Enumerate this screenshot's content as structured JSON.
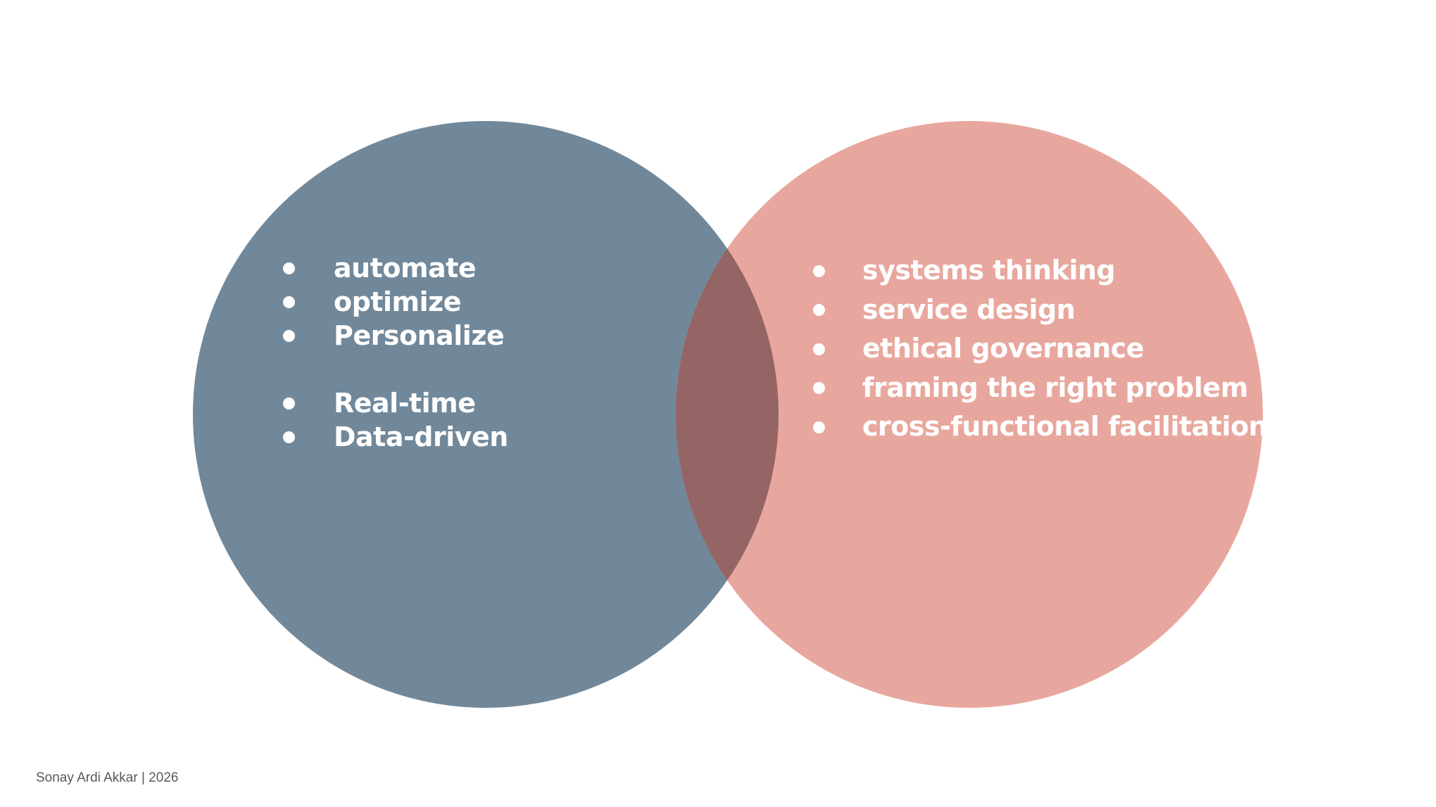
{
  "colors": {
    "left_circle": "#71889A",
    "right_circle": "#E8A79E",
    "overlap": "#956464",
    "text": "#FFFFFF",
    "footer": "#595959",
    "background": "#FFFFFF"
  },
  "left_circle": {
    "items": [
      {
        "label": "automate"
      },
      {
        "label": "optimize"
      },
      {
        "label": "Personalize"
      },
      {
        "label": "Real-time"
      },
      {
        "label": "Data-driven"
      }
    ]
  },
  "right_circle": {
    "items": [
      {
        "label": "systems thinking"
      },
      {
        "label": "service design"
      },
      {
        "label": "ethical governance"
      },
      {
        "label": "framing the right problem"
      },
      {
        "label": "cross-functional facilitation"
      }
    ]
  },
  "footer": {
    "text": "Sonay Ardi Akkar | 2026"
  }
}
